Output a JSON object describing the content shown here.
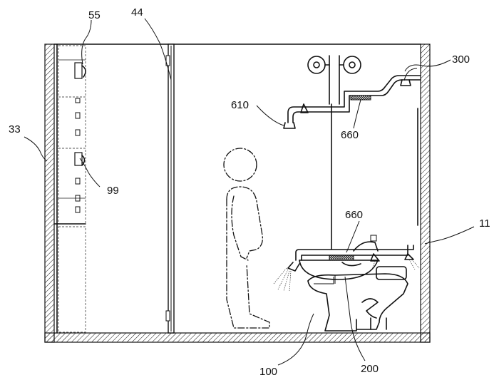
{
  "diagram": {
    "colors": {
      "line": "#111111",
      "hatch": "#111111",
      "background": "#ffffff"
    },
    "labels": {
      "l55": "55",
      "l44": "44",
      "l300": "300",
      "l610": "610",
      "l660_top": "660",
      "l33": "33",
      "l99": "99",
      "l660_mid": "660",
      "l11": "11",
      "l100": "100",
      "l200": "200"
    }
  }
}
